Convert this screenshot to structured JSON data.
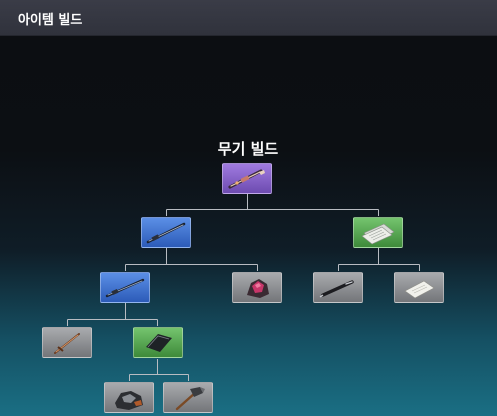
{
  "window": {
    "title": "아이템 빌드"
  },
  "tree": {
    "title": "무기 빌드"
  },
  "items": {
    "root": {
      "rarity": "epic",
      "icon": "ornate-rifle-icon"
    },
    "a1": {
      "rarity": "rare",
      "icon": "rifle-icon"
    },
    "a2": {
      "rarity": "uncommon",
      "icon": "paper-stack-icon"
    },
    "b1": {
      "rarity": "rare",
      "icon": "rifle-icon"
    },
    "b2": {
      "rarity": "common",
      "icon": "gem-ore-icon"
    },
    "b3": {
      "rarity": "common",
      "icon": "pen-icon"
    },
    "b4": {
      "rarity": "common",
      "icon": "paper-icon"
    },
    "c1": {
      "rarity": "common",
      "icon": "dagger-icon"
    },
    "c2": {
      "rarity": "uncommon",
      "icon": "metal-plate-icon"
    },
    "d1": {
      "rarity": "common",
      "icon": "ore-chunk-icon"
    },
    "d2": {
      "rarity": "common",
      "icon": "hammer-icon"
    }
  }
}
